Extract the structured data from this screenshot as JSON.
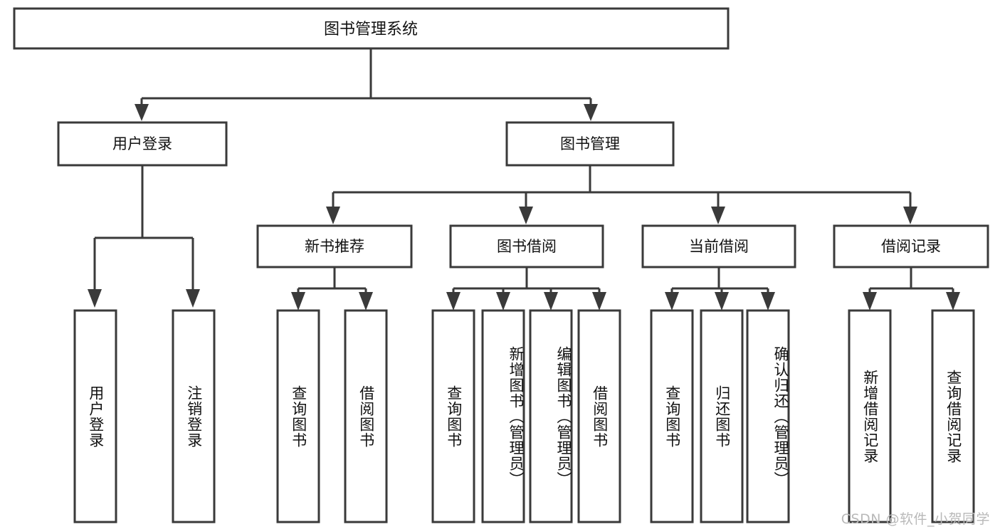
{
  "diagram": {
    "type": "tree-hierarchy",
    "title_node": {
      "label": "图书管理系统"
    },
    "level2": [
      {
        "id": "user-login",
        "label": "用户登录"
      },
      {
        "id": "book-management",
        "label": "图书管理"
      }
    ],
    "level3": [
      {
        "id": "new-book-recommend",
        "label": "新书推荐"
      },
      {
        "id": "book-borrow",
        "label": "图书借阅"
      },
      {
        "id": "current-borrow",
        "label": "当前借阅"
      },
      {
        "id": "borrow-record",
        "label": "借阅记录"
      }
    ],
    "leaves": {
      "user_login": [
        {
          "id": "leaf-user-login",
          "label": "用户登录"
        },
        {
          "id": "leaf-logout-login",
          "label": "注销登录"
        }
      ],
      "new_book_recommend": [
        {
          "id": "leaf-query-book-1",
          "label": "查询图书"
        },
        {
          "id": "leaf-borrow-book-1",
          "label": "借阅图书"
        }
      ],
      "book_borrow": [
        {
          "id": "leaf-query-book-2",
          "label": "查询图书"
        },
        {
          "id": "leaf-add-book",
          "label": "新增图书（管理员）"
        },
        {
          "id": "leaf-edit-book",
          "label": "编辑图书（管理员）"
        },
        {
          "id": "leaf-borrow-book-2",
          "label": "借阅图书"
        }
      ],
      "current_borrow": [
        {
          "id": "leaf-query-book-3",
          "label": "查询图书"
        },
        {
          "id": "leaf-return-book",
          "label": "归还图书"
        },
        {
          "id": "leaf-confirm-return",
          "label": "确认归还（管理员）"
        }
      ],
      "borrow_record": [
        {
          "id": "leaf-add-record",
          "label": "新增借阅记录"
        },
        {
          "id": "leaf-query-record",
          "label": "查询借阅记录"
        }
      ]
    }
  },
  "watermark": {
    "text": "CSDN @软件_小贺同学"
  },
  "colors": {
    "stroke": "#3a3a3a",
    "fill": "#ffffff",
    "text": "#111111",
    "watermark": "#b9b9b9",
    "background": "#ffffff"
  }
}
